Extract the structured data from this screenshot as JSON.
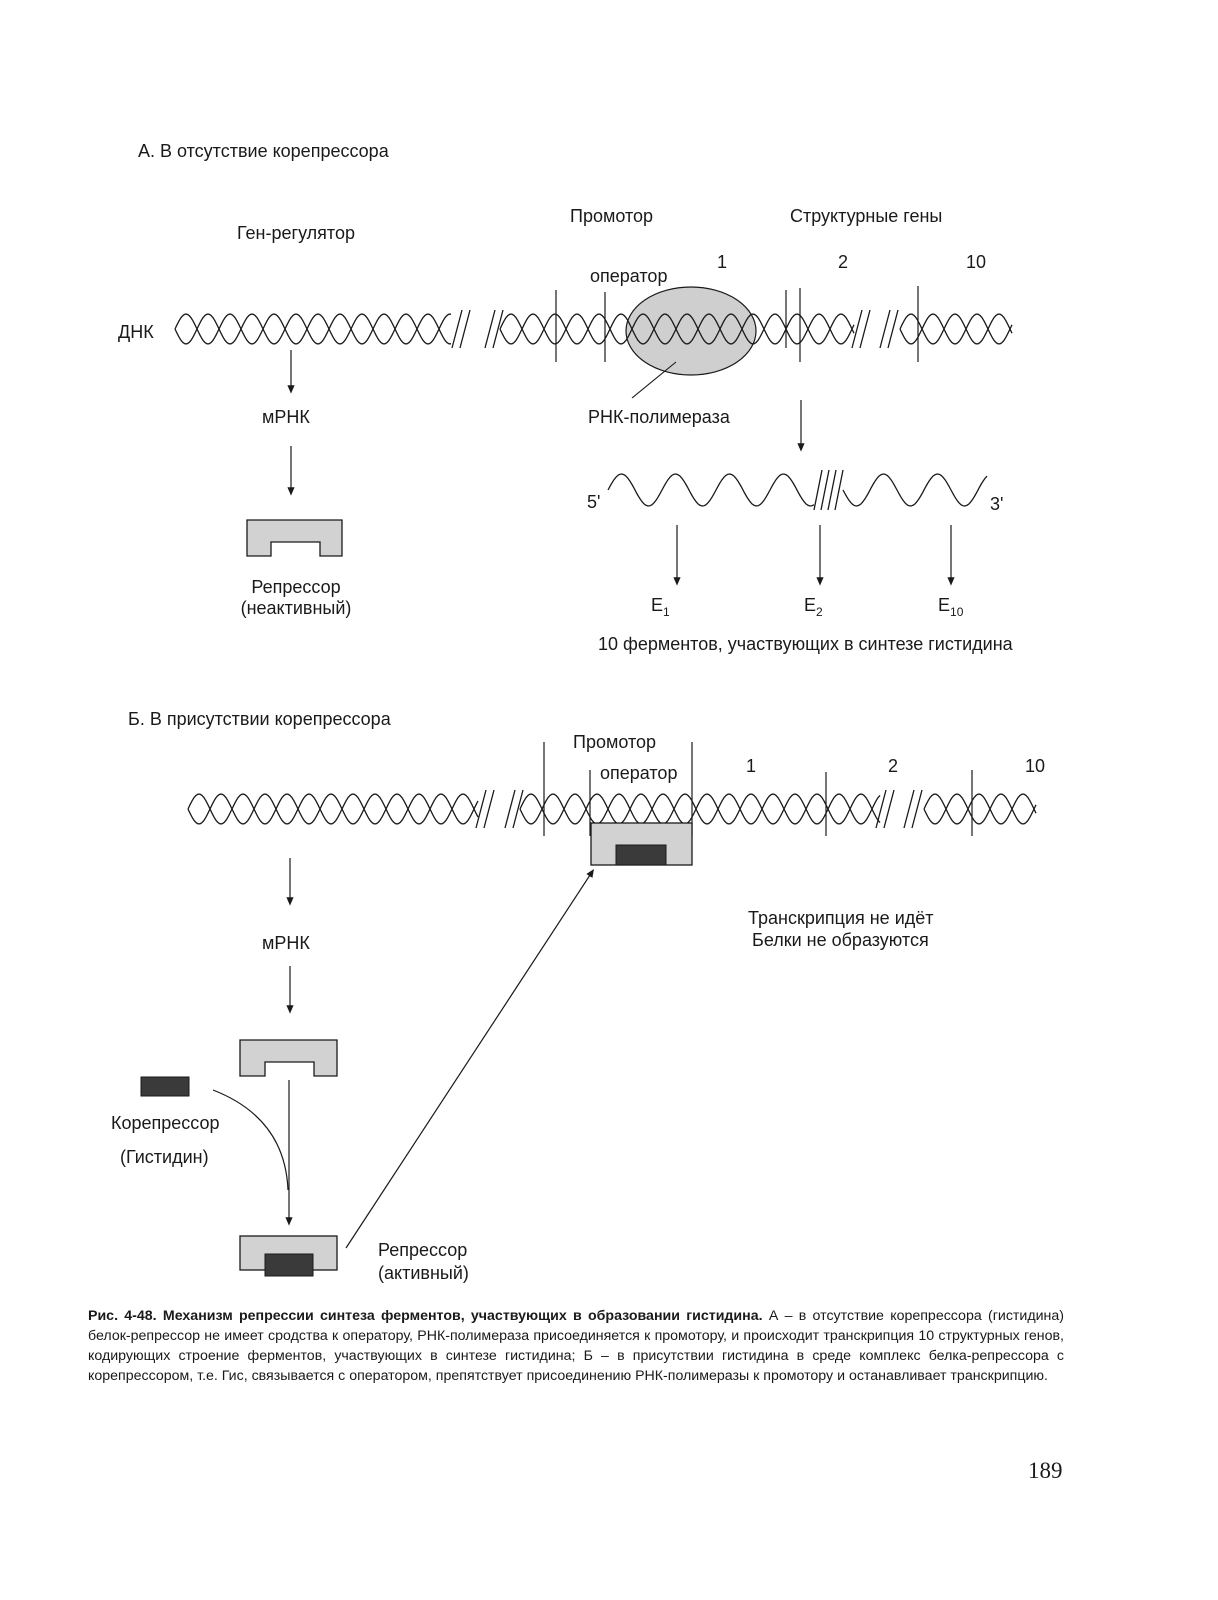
{
  "panel_a": {
    "title": "А. В отсутствие корепрессора",
    "regulator_gene": "Ген-регулятор",
    "promoter": "Промотор",
    "structural_genes": "Структурные гены",
    "operator": "оператор",
    "gene_numbers": [
      "1",
      "2",
      "10"
    ],
    "dna": "ДНК",
    "mrna": "мРНК",
    "rna_polymerase": "РНК-полимераза",
    "five_prime": "5'",
    "three_prime": "3'",
    "enzymes": [
      {
        "letter": "E",
        "sub": "1"
      },
      {
        "letter": "E",
        "sub": "2"
      },
      {
        "letter": "E",
        "sub": "10"
      }
    ],
    "enzymes_caption": "10 ферментов, участвующих в синтезе гистидина",
    "repressor_line1": "Репрессор",
    "repressor_line2": "(неактивный)"
  },
  "panel_b": {
    "title": "Б. В присутствии корепрессора",
    "promoter": "Промотор",
    "operator": "оператор",
    "gene_numbers": [
      "1",
      "2",
      "10"
    ],
    "mrna": "мРНК",
    "status_line1": "Транскрипция не идёт",
    "status_line2": "Белки не образуются",
    "corepressor_line1": "Корепрессор",
    "corepressor_line2": "(Гистидин)",
    "repressor_line1": "Репрессор",
    "repressor_line2": "(активный)"
  },
  "caption": {
    "bold": "Рис. 4-48. Механизм репрессии синтеза ферментов, участвующих в образовании гистидина.",
    "text": " А – в отсутствие корепрессора (гистидина) белок-репрессор не имеет сродства к оператору, РНК-полимераза присоединяется к промотору, и происходит транскрипция 10 структурных генов, кодирующих строение ферментов, участвующих в синтезе гистидина; Б – в присутствии гистидина в среде комплекс белка-репрессора с корепрессором, т.е. Гис, связывается с оператором, препятствует присоединению РНК-полимеразы к промотору и останавливает транскрипцию."
  },
  "page_number": "189",
  "colors": {
    "ink": "#1a1a1a",
    "protein_fill": "#d2d2d2",
    "corepressor_fill": "#3a3a3a",
    "polymerase_fill": "#cfcfcf"
  }
}
